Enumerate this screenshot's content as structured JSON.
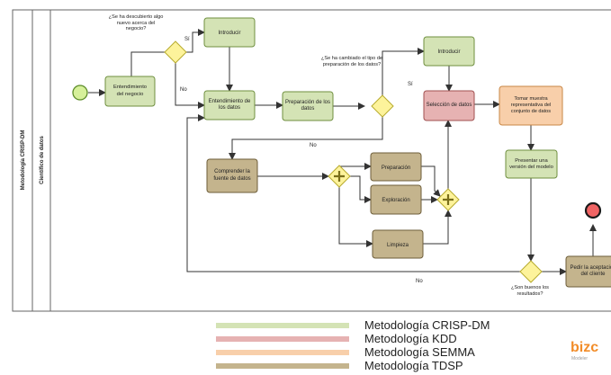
{
  "pool_label": "Metodología CRISP-DM",
  "lane_label": "Científico de datos",
  "tasks": {
    "entendimiento_negocio": "Entendimiento del negocio",
    "introducir_1": "Introducir",
    "entendimiento_datos": "Entendimiento de los datos",
    "preparacion_datos": "Preparación de los datos",
    "introducir_2": "Introducir",
    "seleccion_datos": "Selección de datos",
    "tomar_muestra": "Tomar muestra representativa del conjunto de datos",
    "presentar_version": "Presentar una versión del modelo",
    "comprender_fuente": "Comprender la fuente de datos",
    "preparacion": "Preparación",
    "exploracion": "Exploración",
    "limpieza": "Limpieza",
    "pedir_aceptacion": "Pedir la aceptación del cliente"
  },
  "gateways": {
    "q_descubierto": "¿Se ha descubierto algo nuevo acerca del negocio?",
    "q_cambiado": "¿Se ha cambiado el tipo de preparación de los datos?",
    "q_buenos": "¿Son buenos los resultados?"
  },
  "flow_labels": {
    "si_1": "Sí",
    "no_1": "No",
    "si_2": "Sí",
    "no_2": "No",
    "no_3": "No"
  },
  "legend": [
    {
      "label": "Metodología CRISP-DM",
      "color": "#d4e3b5"
    },
    {
      "label": "Metodología KDD",
      "color": "#e6b2b2"
    },
    {
      "label": "Metodología SEMMA",
      "color": "#f8cfaa"
    },
    {
      "label": "Metodología TDSP",
      "color": "#c4b48d"
    }
  ],
  "logo": {
    "text": "bizc",
    "sub": "Modeler"
  },
  "colors": {
    "crisp": "#d4e3b5",
    "crisp_stroke": "#6f8f3f",
    "kdd": "#e6b2b2",
    "kdd_stroke": "#a05050",
    "semma": "#f8cfaa",
    "semma_stroke": "#c98745",
    "tdsp": "#c4b48d",
    "tdsp_stroke": "#6e5e3a",
    "gateway_fill": "#fdf39b",
    "gateway_stroke": "#b8ab2f",
    "start_fill": "#d6f09a",
    "start_stroke": "#5c8c28",
    "end_fill": "#f06464",
    "end_stroke": "#7a1a1a"
  }
}
